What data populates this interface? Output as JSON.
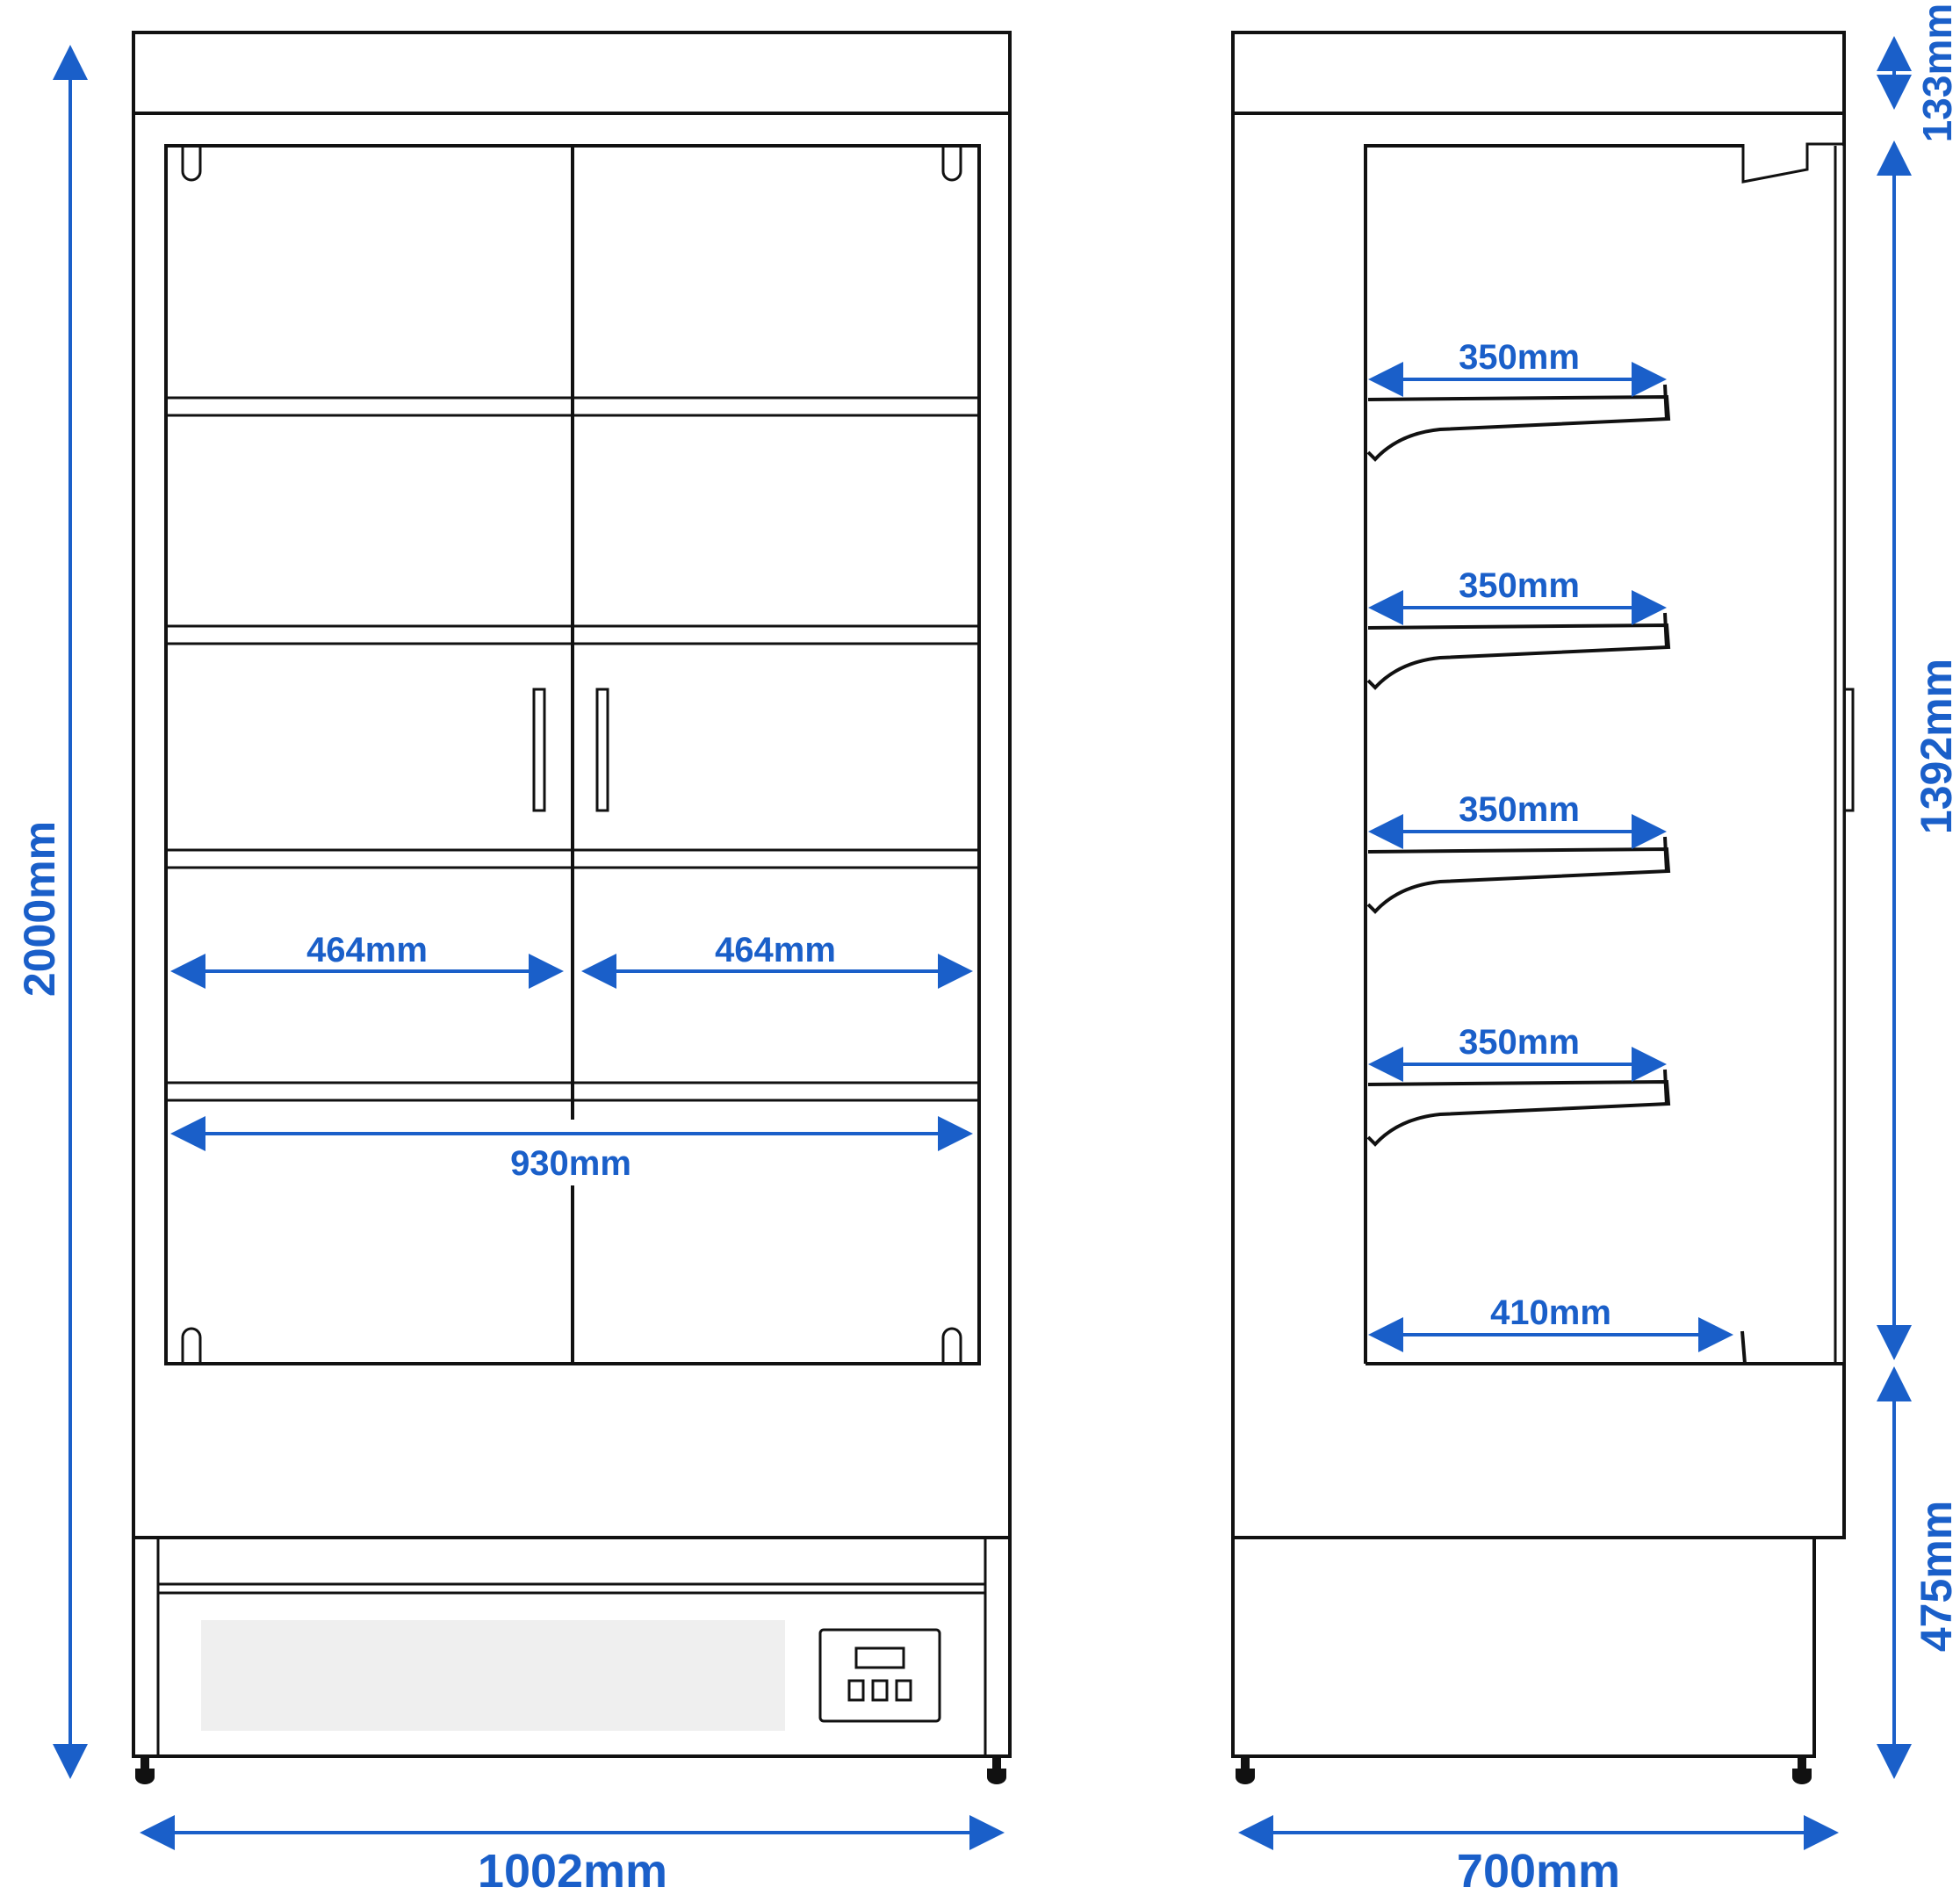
{
  "colors": {
    "dimension": "#1a5fc9",
    "outline": "#111111",
    "frame_fill": "#d4d4d4",
    "panel_fill": "#efefef",
    "background": "#ffffff"
  },
  "front_view": {
    "overall_width": "1002mm",
    "overall_height": "2000mm",
    "left_shelf_width": "464mm",
    "right_shelf_width": "464mm",
    "inner_width": "930mm"
  },
  "side_view": {
    "overall_depth": "700mm",
    "top_height": "133mm",
    "display_height": "1392mm",
    "base_height": "475mm",
    "shelf_depths": [
      "350mm",
      "350mm",
      "350mm",
      "350mm"
    ],
    "bottom_depth": "410mm"
  }
}
